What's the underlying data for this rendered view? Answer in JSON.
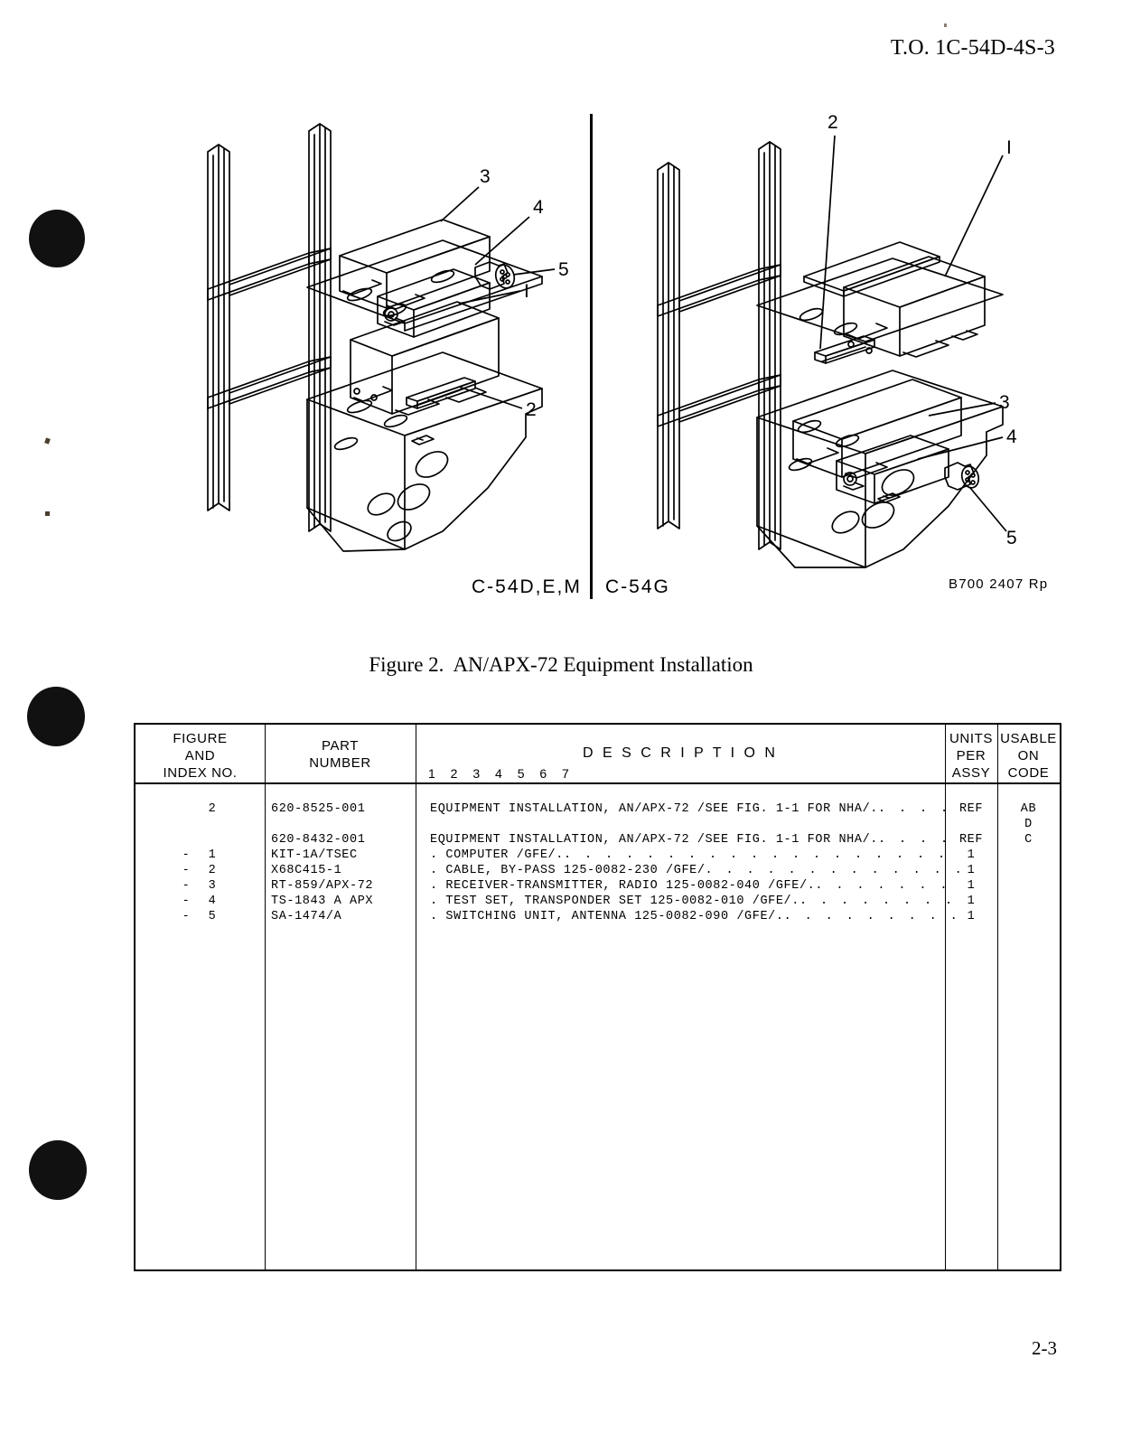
{
  "header": {
    "tech_order": "T.O. 1C-54D-4S-3"
  },
  "page_number": "2-3",
  "figure": {
    "caption_label": "Figure 2.",
    "caption_title": "AN/APX-72 Equipment Installation",
    "drawing_code": "B700 2407 Rp",
    "model_left": "C-54D,E,M",
    "model_right": "C-54G",
    "left_callouts": [
      "3",
      "4",
      "5",
      "1",
      "2"
    ],
    "right_callouts": [
      "2",
      "1",
      "3",
      "4",
      "5"
    ]
  },
  "table": {
    "headers": {
      "figure_index": [
        "FIGURE",
        "AND",
        "INDEX NO."
      ],
      "part_number": [
        "PART",
        "NUMBER"
      ],
      "description": "D E S C R I P T I O N",
      "indent_scale": "1 2 3 4 5 6 7",
      "units_per_assy": [
        "UNITS",
        "PER",
        "ASSY"
      ],
      "usable_on_code": [
        "USABLE",
        "ON",
        "CODE"
      ]
    },
    "rows": [
      {
        "dash": "",
        "index": "2",
        "part_number": "620-8525-001",
        "description": "EQUIPMENT INSTALLATION, AN/APX-72 /SEE FIG. 1-1 FOR NHA/.",
        "leader": ". . . .",
        "units": "REF",
        "usable": "AB"
      },
      {
        "dash": "",
        "index": "",
        "part_number": "",
        "description": "",
        "leader": "",
        "units": "",
        "usable": "D"
      },
      {
        "dash": "",
        "index": "",
        "part_number": "620-8432-001",
        "description": "EQUIPMENT INSTALLATION, AN/APX-72 /SEE FIG. 1-1 FOR NHA/.",
        "leader": ". . . .",
        "units": "REF",
        "usable": "C"
      },
      {
        "dash": "-",
        "index": "1",
        "part_number": "KIT-1A/TSEC",
        "description": ". COMPUTER /GFE/.",
        "leader": ". . . . . . . . . . . . . . . . . . .",
        "units": "1",
        "usable": ""
      },
      {
        "dash": "-",
        "index": "2",
        "part_number": "X68C415-1",
        "description": ". CABLE, BY-PASS 125-0082-230 /GFE/",
        "leader": ". . . . . . . . . . . . .",
        "units": "1",
        "usable": ""
      },
      {
        "dash": "-",
        "index": "3",
        "part_number": "RT-859/APX-72",
        "description": ". RECEIVER-TRANSMITTER, RADIO 125-0082-040 /GFE/.",
        "leader": ". . . . . . .",
        "units": "1",
        "usable": ""
      },
      {
        "dash": "-",
        "index": "4",
        "part_number": "TS-1843 A APX",
        "description": ". TEST SET, TRANSPONDER SET 125-0082-010 /GFE/.",
        "leader": ". . . . . . . .",
        "units": "1",
        "usable": ""
      },
      {
        "dash": "-",
        "index": "5",
        "part_number": "SA-1474/A",
        "description": ". SWITCHING UNIT, ANTENNA 125-0082-090 /GFE/.",
        "leader": ". . . . . . . . .",
        "units": "1",
        "usable": ""
      }
    ]
  }
}
